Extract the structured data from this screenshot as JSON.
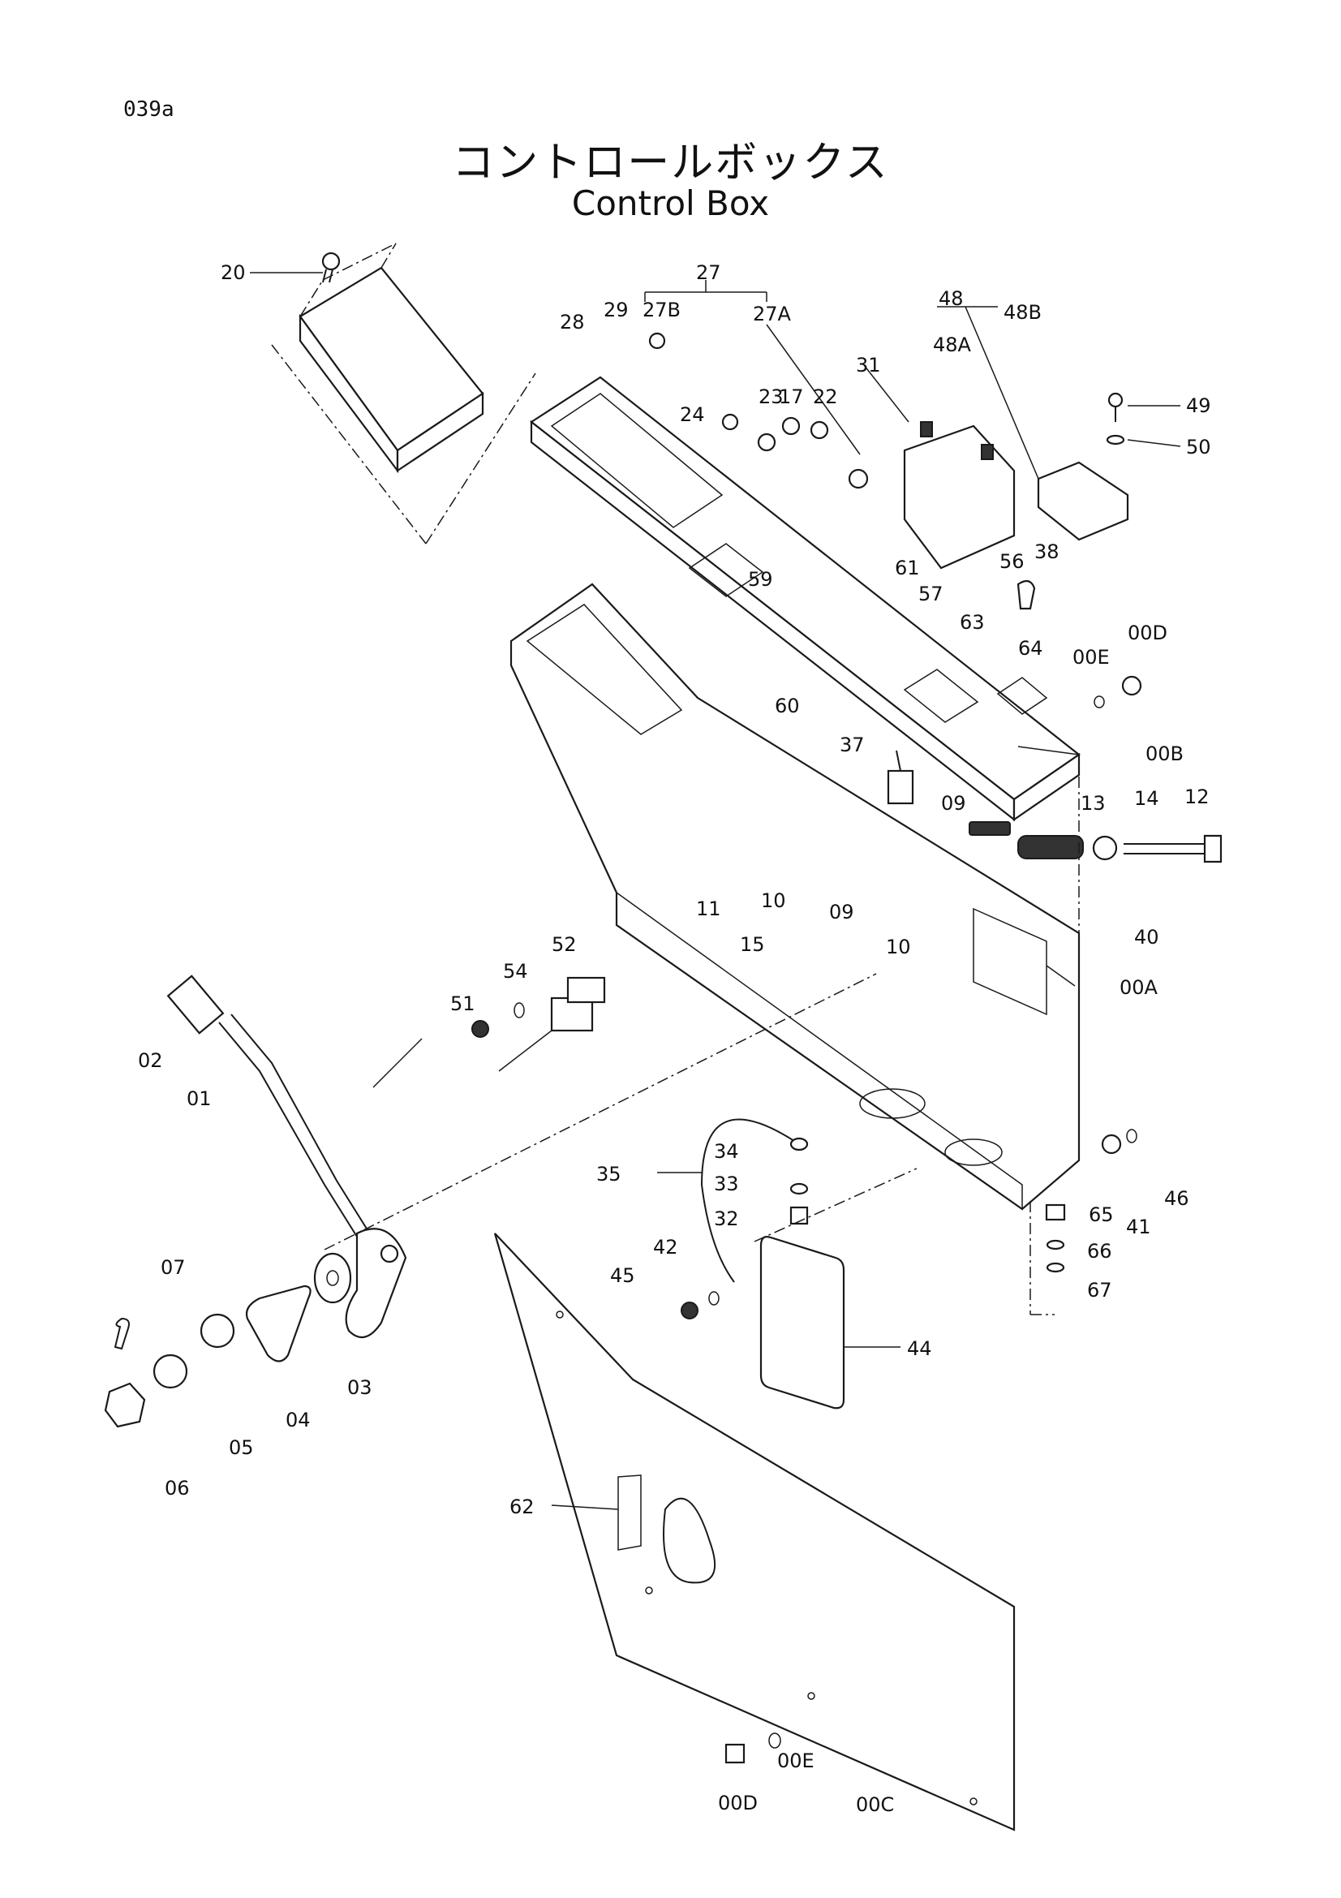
{
  "page_id": "039a",
  "title_jp": "コントロールボックス",
  "title_en": "Control Box",
  "callouts": {
    "p20": "20",
    "p27": "27",
    "p28": "28",
    "p29": "29",
    "p27B": "27B",
    "p27A": "27A",
    "p48": "48",
    "p48B": "48B",
    "p48A": "48A",
    "p31": "31",
    "p49": "49",
    "p50": "50",
    "p24": "24",
    "p23": "23",
    "p17": "17",
    "p22": "22",
    "p59": "59",
    "p61": "61",
    "p57": "57",
    "p56": "56",
    "p38": "38",
    "p63": "63",
    "p64": "64",
    "p00E_a": "00E",
    "p00D_a": "00D",
    "p60": "60",
    "p00B": "00B",
    "p37": "37",
    "p09_a": "09",
    "p13": "13",
    "p14": "14",
    "p12": "12",
    "p10_a": "10",
    "p09_b": "09",
    "p11": "11",
    "p15": "15",
    "p10_b": "10",
    "p40": "40",
    "p00A": "00A",
    "p52": "52",
    "p54": "54",
    "p51": "51",
    "p02": "02",
    "p01": "01",
    "p34": "34",
    "p35": "35",
    "p33": "33",
    "p32": "32",
    "p41": "41",
    "p46": "46",
    "p65": "65",
    "p66": "66",
    "p67": "67",
    "p07": "07",
    "p42": "42",
    "p45": "45",
    "p44": "44",
    "p03": "03",
    "p04": "04",
    "p05": "05",
    "p06": "06",
    "p62": "62",
    "p00E_b": "00E",
    "p00D_b": "00D",
    "p00C": "00C"
  }
}
